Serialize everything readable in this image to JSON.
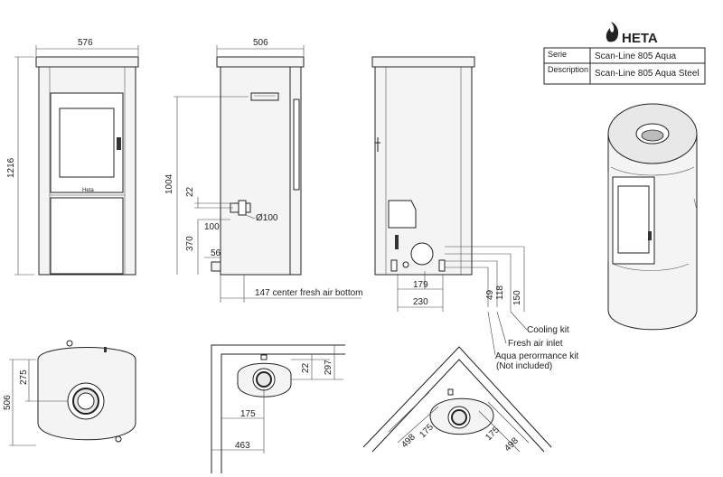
{
  "brand": {
    "name": "HETA",
    "icon": "flame-logo-icon"
  },
  "title_block": {
    "serie_label": "Serie",
    "serie_value": "Scan-Line 805 Aqua",
    "description_label": "Description",
    "description_value": "Scan-Line 805 Aqua Steel"
  },
  "front_view": {
    "width": "576",
    "height": "1216",
    "badge": "Heta"
  },
  "side_view": {
    "depth": "506",
    "height_flue": "1004",
    "dim_22": "22",
    "dim_100": "100",
    "flue_diameter": "Ø100",
    "dim_370": "370",
    "dim_56": "56",
    "fresh_air_note": "147 center fresh air bottom"
  },
  "back_view": {
    "dim_179": "179",
    "dim_230": "230",
    "dim_49": "49",
    "dim_118": "118",
    "dim_150": "150",
    "callouts": [
      "Cooling kit",
      "Fresh air inlet",
      "Aqua perormance kit",
      "(Not included)"
    ]
  },
  "top_view": {
    "depth": "506",
    "dim_275": "275"
  },
  "wall_install": {
    "dim_22": "22",
    "dim_297": "297",
    "dim_175": "175",
    "dim_463": "463"
  },
  "corner_install": {
    "dim_175_left": "175",
    "dim_498_left": "498",
    "dim_175_right": "175",
    "dim_498_right": "498"
  }
}
